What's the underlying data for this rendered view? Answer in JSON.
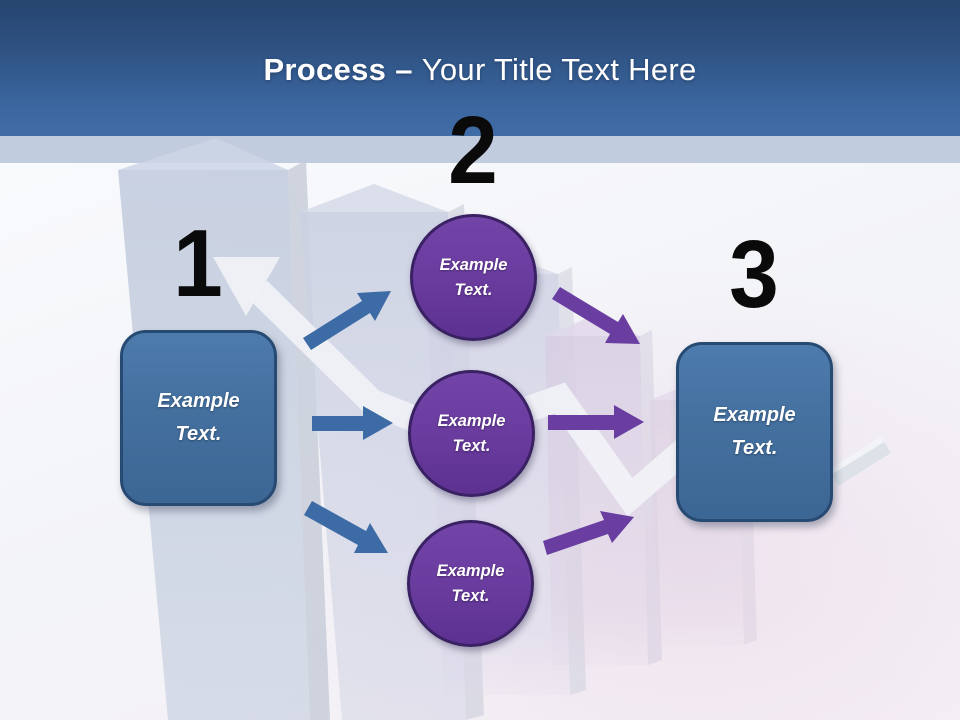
{
  "title": {
    "emphasis": "Process",
    "separator": "–",
    "rest": "Your Title Text Here"
  },
  "steps": [
    {
      "number": "1",
      "label": "Example Text."
    },
    {
      "number": "2",
      "circles": [
        {
          "label": "Example Text."
        },
        {
          "label": "Example Text."
        },
        {
          "label": "Example Text."
        }
      ]
    },
    {
      "number": "3",
      "label": "Example Text."
    }
  ],
  "colors": {
    "header_top": "#27456f",
    "header_bottom": "#416da7",
    "band": "#c2ccdf",
    "title": "#ffffff",
    "number": "#0a0a0a",
    "box_fill": "#44709f",
    "box_border": "#274a72",
    "circle_fill": "#6b3da0",
    "circle_border": "#3a2163",
    "arrow_blue": "#3d6ba6",
    "arrow_purple": "#6a3da1"
  }
}
